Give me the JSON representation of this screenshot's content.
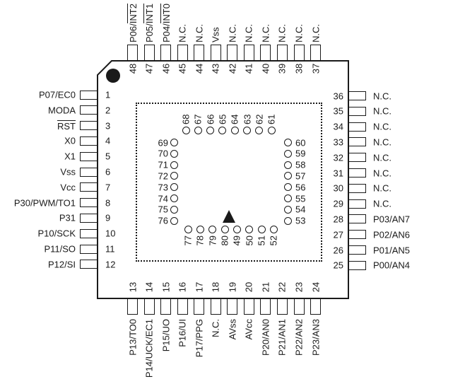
{
  "diagram": {
    "kind": "ic-package-pinout",
    "colors": {
      "background": "#ffffff",
      "line": "#1a1a1a"
    },
    "markers": {
      "pin1_indicator": "filled-circle",
      "orientation": "filled-triangle"
    }
  },
  "pins": {
    "top": [
      {
        "num": "48",
        "label": "P06/INT2",
        "overline": "INT2"
      },
      {
        "num": "47",
        "label": "P05/INT1",
        "overline": "INT1"
      },
      {
        "num": "46",
        "label": "P04/INT0",
        "overline": "INT0"
      },
      {
        "num": "45",
        "label": "N.C."
      },
      {
        "num": "44",
        "label": "N.C."
      },
      {
        "num": "43",
        "label": "Vss"
      },
      {
        "num": "42",
        "label": "N.C."
      },
      {
        "num": "41",
        "label": "N.C."
      },
      {
        "num": "40",
        "label": "N.C."
      },
      {
        "num": "39",
        "label": "N.C."
      },
      {
        "num": "38",
        "label": "N.C."
      },
      {
        "num": "37",
        "label": "N.C."
      }
    ],
    "left": [
      {
        "num": "1",
        "label": "P07/EC0"
      },
      {
        "num": "2",
        "label": "MODA"
      },
      {
        "num": "3",
        "label": "RST",
        "overline": "RST"
      },
      {
        "num": "4",
        "label": "X0"
      },
      {
        "num": "5",
        "label": "X1"
      },
      {
        "num": "6",
        "label": "Vss"
      },
      {
        "num": "7",
        "label": "Vcc"
      },
      {
        "num": "8",
        "label": "P30/PWM/TO1"
      },
      {
        "num": "9",
        "label": "P31"
      },
      {
        "num": "10",
        "label": "P10/SCK"
      },
      {
        "num": "11",
        "label": "P11/SO"
      },
      {
        "num": "12",
        "label": "P12/SI"
      }
    ],
    "right": [
      {
        "num": "36",
        "label": "N.C."
      },
      {
        "num": "35",
        "label": "N.C."
      },
      {
        "num": "34",
        "label": "N.C."
      },
      {
        "num": "33",
        "label": "N.C."
      },
      {
        "num": "32",
        "label": "N.C."
      },
      {
        "num": "31",
        "label": "N.C."
      },
      {
        "num": "30",
        "label": "N.C."
      },
      {
        "num": "29",
        "label": "N.C."
      },
      {
        "num": "28",
        "label": "P03/AN7"
      },
      {
        "num": "27",
        "label": "P02/AN6"
      },
      {
        "num": "26",
        "label": "P01/AN5"
      },
      {
        "num": "25",
        "label": "P00/AN4"
      }
    ],
    "bottom": [
      {
        "num": "13",
        "label": "P13/TO0"
      },
      {
        "num": "14",
        "label": "P14/UCK/EC1"
      },
      {
        "num": "15",
        "label": "P15/UO"
      },
      {
        "num": "16",
        "label": "P16/UI"
      },
      {
        "num": "17",
        "label": "P17/PPG"
      },
      {
        "num": "18",
        "label": "N.C."
      },
      {
        "num": "19",
        "label": "AVss"
      },
      {
        "num": "20",
        "label": "AVcc"
      },
      {
        "num": "21",
        "label": "P20/AN0"
      },
      {
        "num": "22",
        "label": "P21/AN1"
      },
      {
        "num": "23",
        "label": "P22/AN2"
      },
      {
        "num": "24",
        "label": "P23/AN3"
      }
    ]
  },
  "inner_pads": {
    "top": [
      "68",
      "67",
      "66",
      "65",
      "64",
      "63",
      "62",
      "61"
    ],
    "left": [
      "69",
      "70",
      "71",
      "72",
      "73",
      "74",
      "75",
      "76"
    ],
    "right": [
      "60",
      "59",
      "58",
      "57",
      "56",
      "55",
      "54",
      "53"
    ],
    "bottom": [
      "77",
      "78",
      "79",
      "80",
      "49",
      "50",
      "51",
      "52"
    ]
  }
}
